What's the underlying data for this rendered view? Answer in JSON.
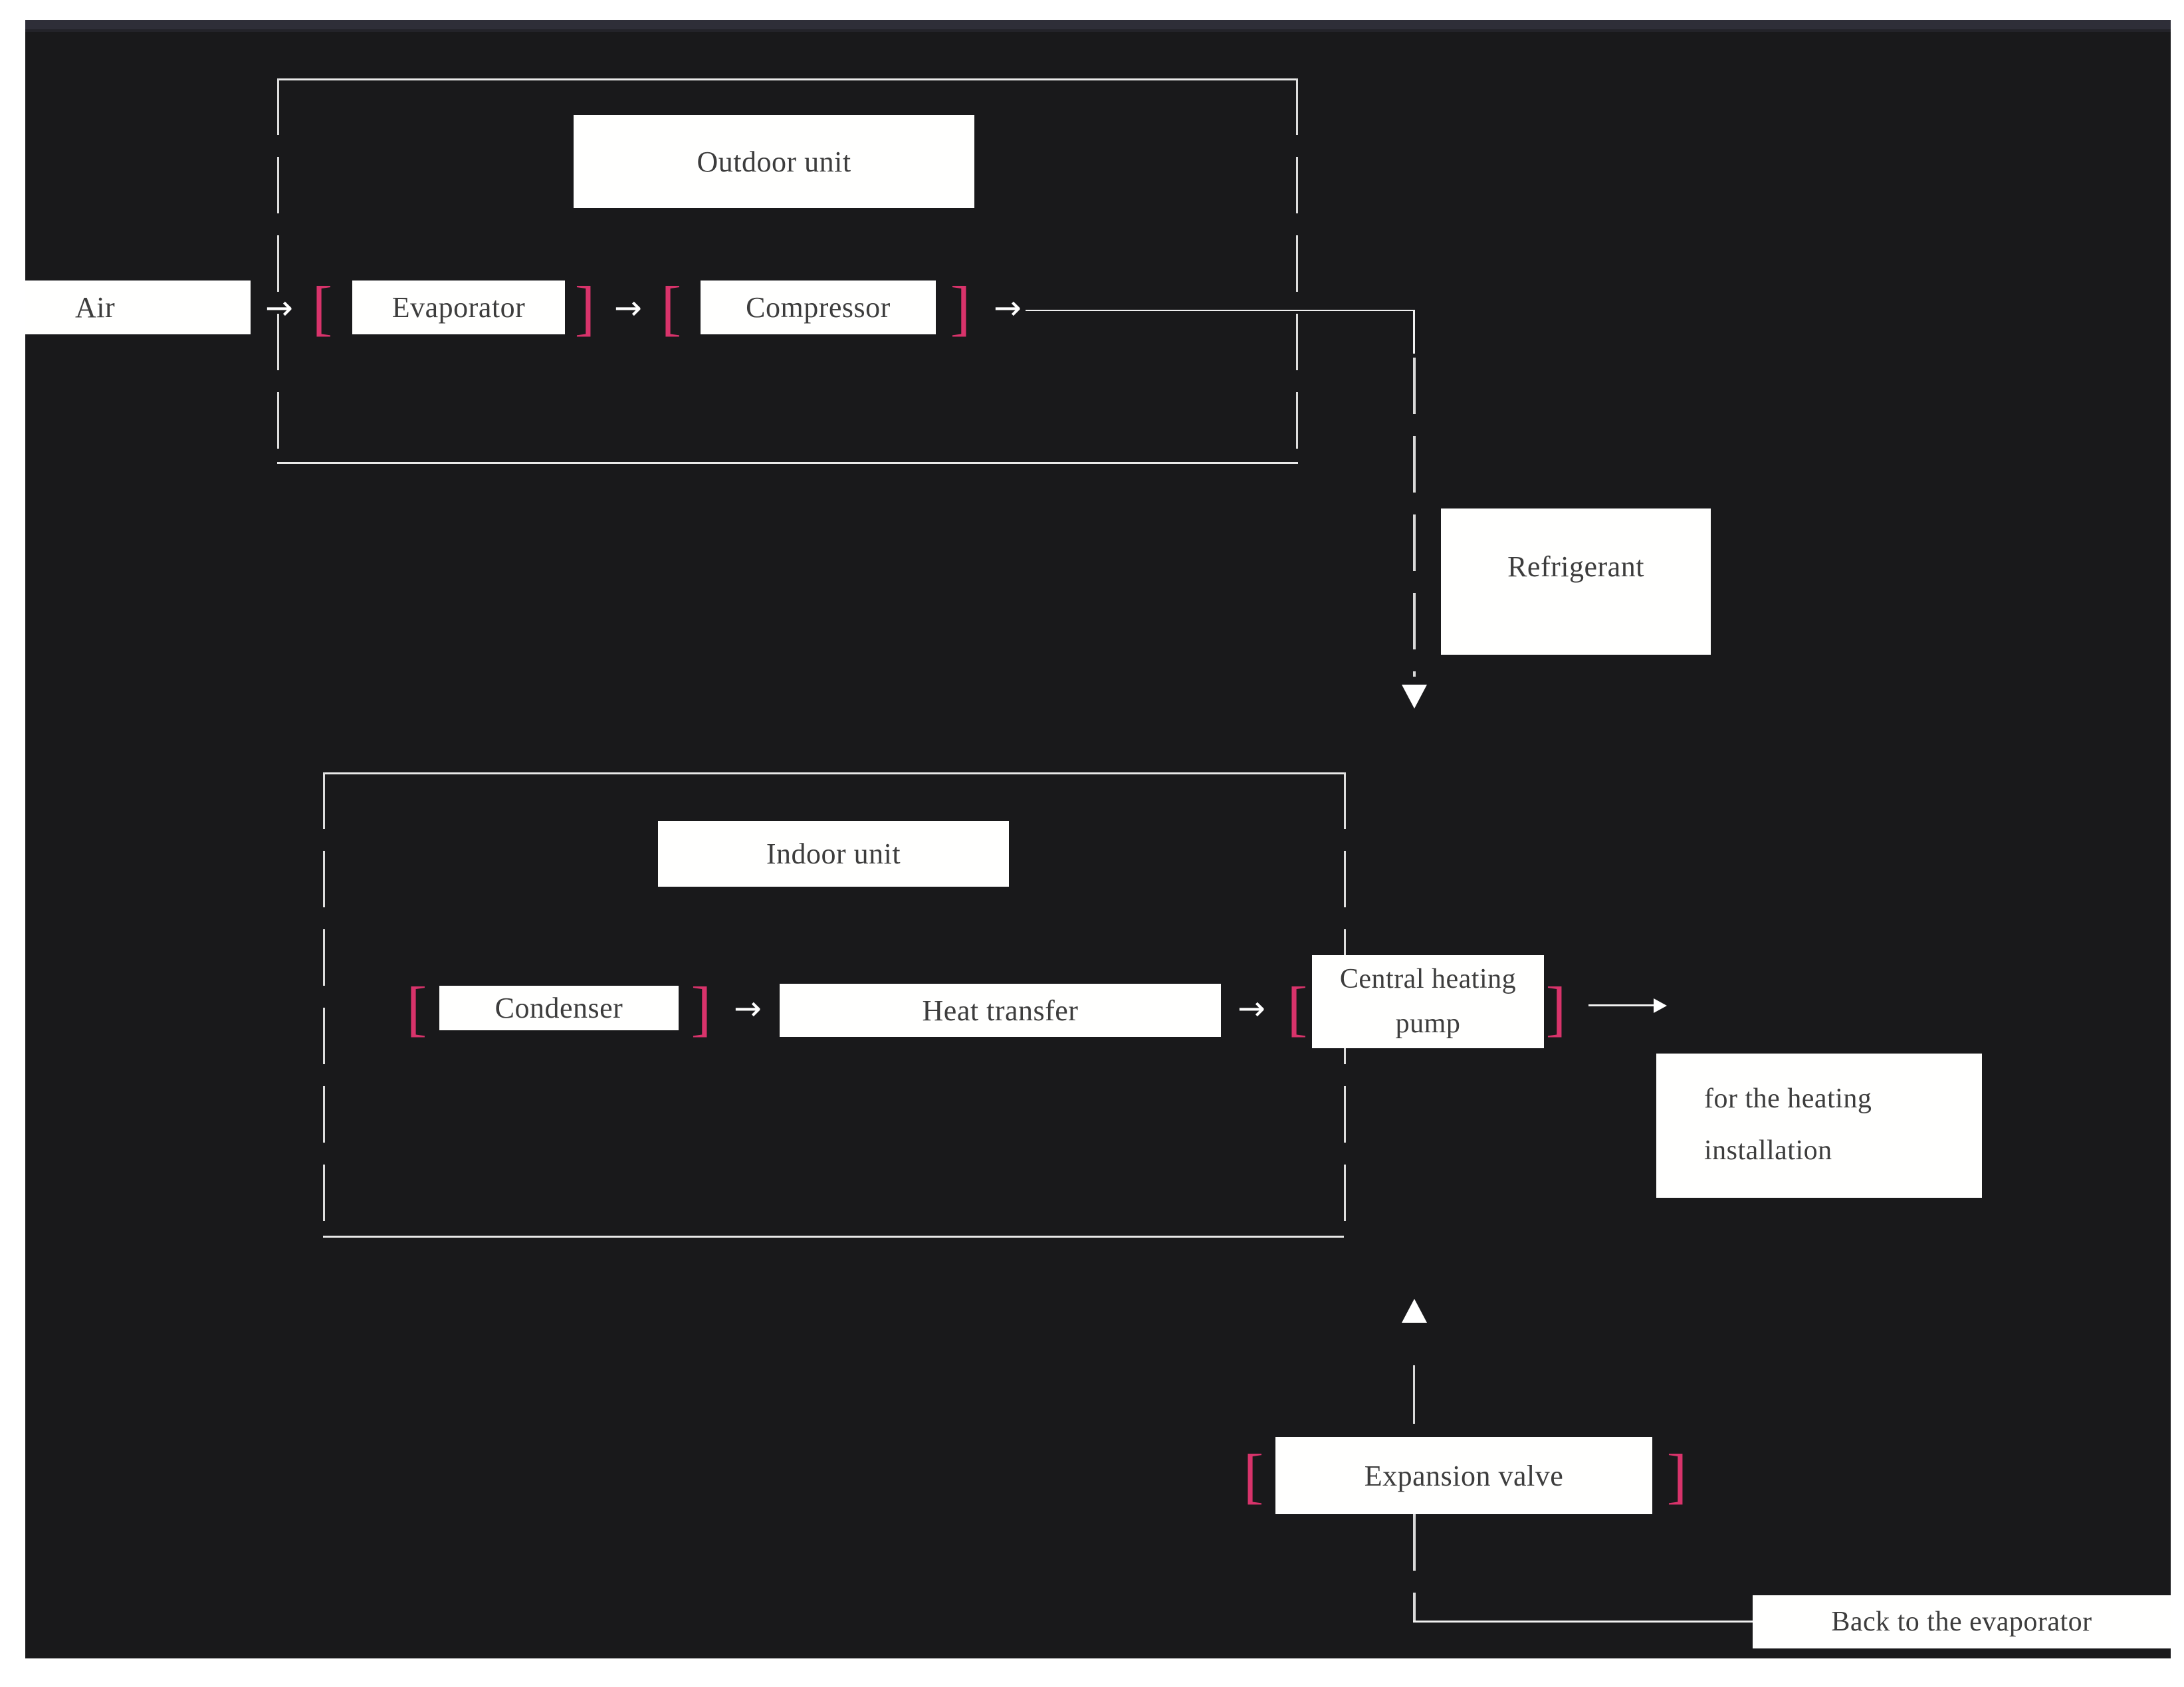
{
  "diagram": {
    "air_label": "Air",
    "outdoor_unit_label": "Outdoor unit",
    "evaporator_label": "Evaporator",
    "compressor_label": "Compressor",
    "refrigerant_label": "Refrigerant",
    "indoor_unit_label": "Indoor unit",
    "condenser_label": "Condenser",
    "heat_transfer_label": "Heat transfer",
    "central_heating_pump_line1": "Central heating",
    "central_heating_pump_line2": "pump",
    "for_heating_line1": "for the heating",
    "for_heating_line2": "installation",
    "expansion_valve_label": "Expansion valve",
    "back_to_evaporator_label": "Back to the evaporator"
  },
  "symbols": {
    "bracket_open": "[",
    "bracket_close": "]",
    "arrow_right": "→"
  },
  "colors": {
    "page_frame": "#ffffff",
    "canvas_background": "#19191b",
    "top_strip": "#2e2e38",
    "box_background": "#ffffff",
    "box_text": "#3d3d3d",
    "bracket_pink": "#d8336b",
    "line_white": "#f0f0f0",
    "dash_gray": "#d9d9d9"
  }
}
